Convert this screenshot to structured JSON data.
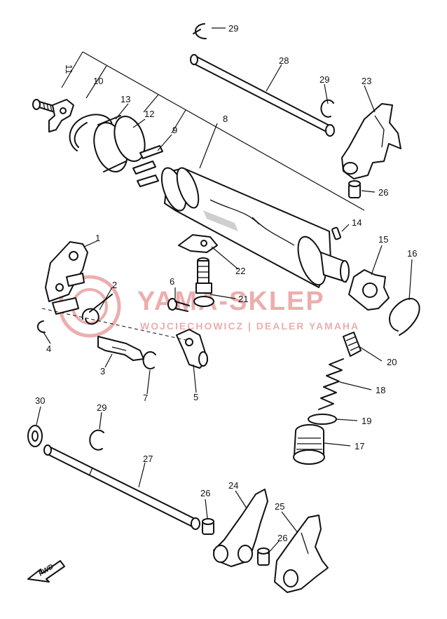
{
  "watermark": {
    "brand": "YAMA-SKLEP",
    "tagline": "WOJCIECHOWICZ | DEALER YAMAHA",
    "color": "#e06b6b"
  },
  "direction_marker": "FWD",
  "callouts": {
    "c1": "1",
    "c2": "2",
    "c3": "3",
    "c4": "4",
    "c5": "5",
    "c6": "6",
    "c7": "7",
    "c8": "8",
    "c9": "9",
    "c10": "10",
    "c11": "11",
    "c12": "12",
    "c13": "13",
    "c14": "14",
    "c15": "15",
    "c16": "16",
    "c17": "17",
    "c18": "18",
    "c19": "19",
    "c20": "20",
    "c21": "21",
    "c22": "22",
    "c23": "23",
    "c24": "24",
    "c25": "25",
    "c26a": "26",
    "c26b": "26",
    "c26c": "26",
    "c27": "27",
    "c28": "28",
    "c29a": "29",
    "c29b": "29",
    "c29c": "29",
    "c30": "30"
  },
  "colors": {
    "ink": "#111111",
    "background": "#ffffff"
  }
}
